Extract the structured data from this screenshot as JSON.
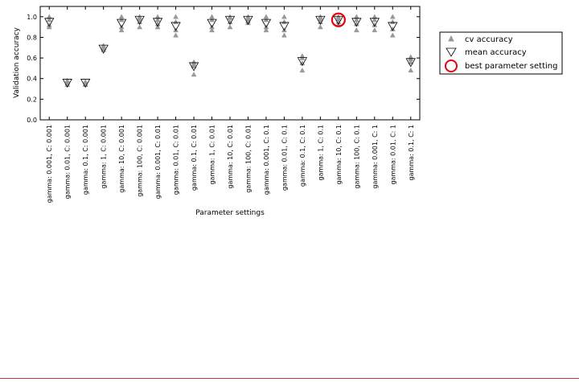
{
  "chart_data": {
    "type": "scatter",
    "xlabel": "Parameter settings",
    "ylabel": "Validation accuracy",
    "ylim": [
      0.0,
      1.1
    ],
    "yticks": [
      "0.0",
      "0.2",
      "0.4",
      "0.6",
      "0.8",
      "1.0"
    ],
    "categories": [
      "gamma: 0.001, C: 0.001",
      "gamma: 0.01, C: 0.001",
      "gamma: 0.1, C: 0.001",
      "gamma: 1, C: 0.001",
      "gamma: 10, C: 0.001",
      "gamma: 100, C: 0.001",
      "gamma: 0.001, C: 0.01",
      "gamma: 0.01, C: 0.01",
      "gamma: 0.1, C: 0.01",
      "gamma: 1, C: 0.01",
      "gamma: 10, C: 0.01",
      "gamma: 100, C: 0.01",
      "gamma: 0.001, C: 0.1",
      "gamma: 0.01, C: 0.1",
      "gamma: 0.1, C: 0.1",
      "gamma: 1, C: 0.1",
      "gamma: 10, C: 0.1",
      "gamma: 100, C: 0.1",
      "gamma: 0.001, C: 1",
      "gamma: 0.01, C: 1",
      "gamma: 0.1, C: 1"
    ],
    "series": [
      {
        "name": "cv accuracy",
        "marker": "triangle-up",
        "color": "#999999",
        "values": [
          [
            1.0,
            0.97,
            0.92,
            0.9
          ],
          [
            0.38,
            0.36,
            0.34
          ],
          [
            0.37,
            0.35,
            0.34
          ],
          [
            0.72,
            0.7,
            0.68
          ],
          [
            1.0,
            0.97,
            0.9,
            0.87
          ],
          [
            1.0,
            0.98,
            0.95,
            0.9
          ],
          [
            1.0,
            0.97,
            0.93,
            0.9
          ],
          [
            1.0,
            0.95,
            0.87,
            0.82
          ],
          [
            0.56,
            0.54,
            0.52,
            0.44
          ],
          [
            1.0,
            0.97,
            0.9,
            0.87
          ],
          [
            1.0,
            0.99,
            0.95,
            0.9
          ],
          [
            1.0,
            0.98,
            0.96,
            0.94
          ],
          [
            1.0,
            0.97,
            0.9,
            0.87
          ],
          [
            1.0,
            0.95,
            0.87,
            0.82
          ],
          [
            0.62,
            0.6,
            0.55,
            0.48
          ],
          [
            1.0,
            0.98,
            0.95,
            0.9
          ],
          [
            1.0,
            0.98,
            0.95,
            0.92
          ],
          [
            1.0,
            0.97,
            0.93,
            0.87
          ],
          [
            1.0,
            0.97,
            0.92,
            0.87
          ],
          [
            1.0,
            0.95,
            0.88,
            0.82
          ],
          [
            0.61,
            0.59,
            0.56,
            0.48
          ]
        ]
      },
      {
        "name": "mean accuracy",
        "marker": "triangle-down",
        "values": [
          0.95,
          0.36,
          0.36,
          0.69,
          0.94,
          0.97,
          0.95,
          0.91,
          0.52,
          0.94,
          0.97,
          0.97,
          0.94,
          0.91,
          0.57,
          0.97,
          0.97,
          0.95,
          0.95,
          0.91,
          0.56
        ]
      }
    ],
    "best_parameter_setting": {
      "name": "best parameter setting",
      "index": 16,
      "value": 0.97,
      "color": "#e8000b"
    },
    "legend": {
      "placement": "outside-right"
    },
    "grid": false
  }
}
